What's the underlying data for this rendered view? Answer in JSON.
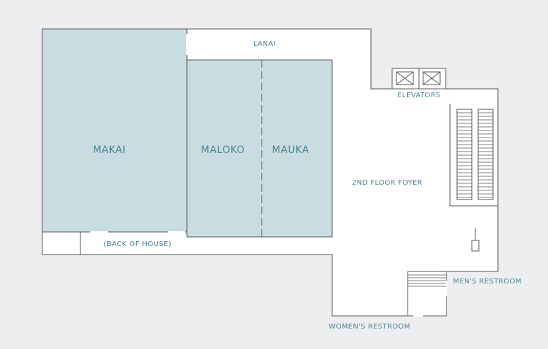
{
  "colors": {
    "background": "#edeef0",
    "floor": "#ffffff",
    "room_fill": "#c9dce1",
    "wall": "#555555",
    "label": "#4a8593"
  },
  "rooms": {
    "makai": "MAKAI",
    "maloko": "MALOKO",
    "mauka": "MAUKA"
  },
  "areas": {
    "lanai": "LANAI",
    "elevators": "ELEVATORS",
    "foyer": "2ND FLOOR FOYER",
    "back_of_house": "(BACK OF HOUSE)",
    "mens_restroom": "MEN'S RESTROOM",
    "womens_restroom": "WOMEN'S RESTROOM"
  }
}
